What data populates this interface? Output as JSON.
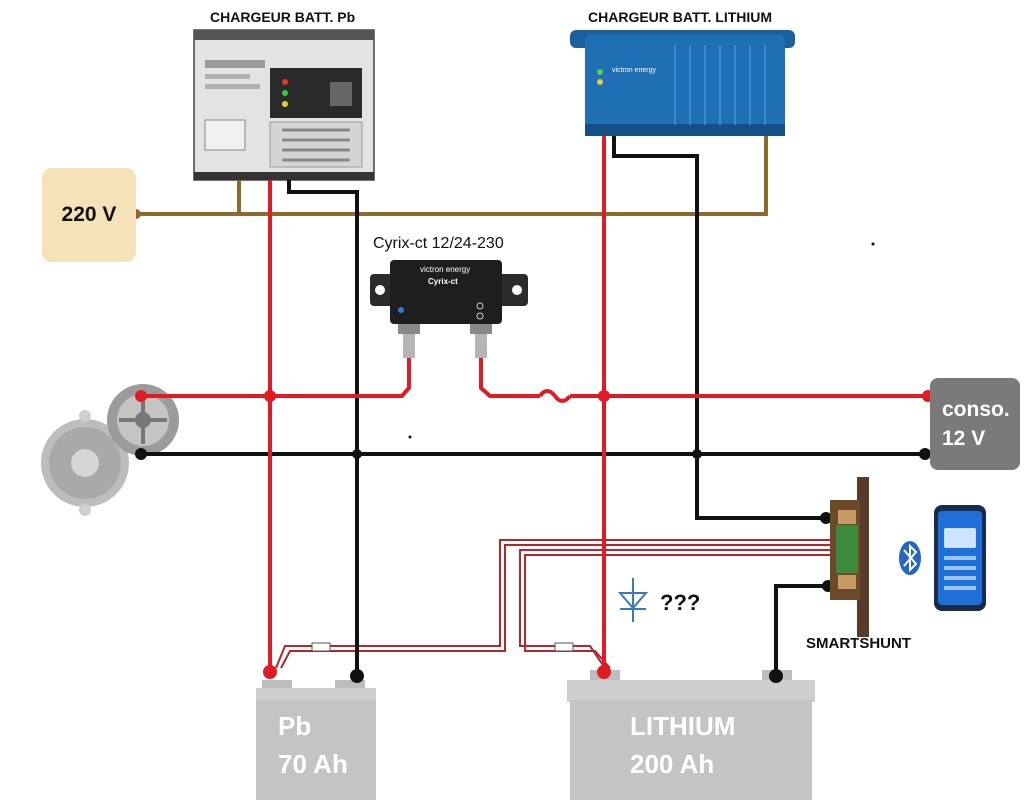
{
  "labels": {
    "charger_pb": "CHARGEUR BATT. Pb",
    "charger_lithium": "CHARGEUR BATT. LITHIUM",
    "mains": "220 V",
    "combiner": "Cyrix-ct 12/24-230",
    "conso_line1": "conso.",
    "conso_line2": "12 V",
    "question": "???",
    "smartshunt": "SMARTSHUNT",
    "battery_pb_line1": "Pb",
    "battery_pb_line2": "70 Ah",
    "battery_li_line1": "LITHIUM",
    "battery_li_line2": "200 Ah"
  },
  "device_text": {
    "cyrix_brand": "victron energy",
    "cyrix_model": "Cyrix-ct",
    "charger_brand": "victron energy"
  },
  "colors": {
    "positive_wire": "#e01b24",
    "negative_wire": "#111111",
    "mains_wire": "#8c6a2e",
    "sense_wire": "#b3262b",
    "battery_body": "#c4c4c4",
    "mains_box": "#f5e2b8",
    "conso_box": "#7a7a7a",
    "charger_lithium_body": "#1f6fb4",
    "smartshunt_bar": "#5a3a2a"
  },
  "icons": [
    "bluetooth-icon",
    "smartphone-icon",
    "alternator-icon",
    "diode-icon",
    "fuse-icon"
  ]
}
